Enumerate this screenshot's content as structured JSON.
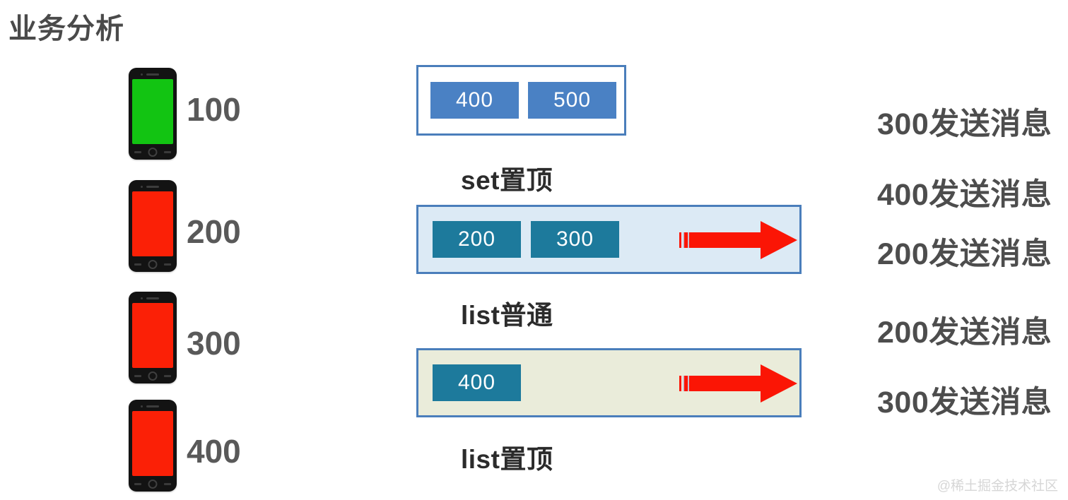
{
  "page": {
    "title": "业务分析",
    "background_color": "#ffffff",
    "watermark": "@稀土掘金技术社区"
  },
  "devices": {
    "items": [
      {
        "label": "100",
        "screen_color": "#12c412",
        "state": "online",
        "icon": "smartphone-icon"
      },
      {
        "label": "200",
        "screen_color": "#fb2006",
        "state": "offline",
        "icon": "smartphone-icon"
      },
      {
        "label": "300",
        "screen_color": "#fb2006",
        "state": "offline",
        "icon": "smartphone-icon"
      },
      {
        "label": "400",
        "screen_color": "#fb2006",
        "state": "offline",
        "icon": "smartphone-icon"
      }
    ]
  },
  "panels": [
    {
      "key": "set-top",
      "caption": "set置顶",
      "background_color": "#ffffff",
      "border_color": "#4a7ebb",
      "tile_color": "#4a81c4",
      "tiles": [
        "400",
        "500"
      ],
      "has_arrow": false
    },
    {
      "key": "list-normal",
      "caption": "list普通",
      "background_color": "#dceaf5",
      "border_color": "#4a7ebb",
      "tile_color": "#1d7a9c",
      "tiles": [
        "200",
        "300"
      ],
      "has_arrow": true,
      "arrow_color": "#fb1505"
    },
    {
      "key": "list-top",
      "caption": "list置顶",
      "background_color": "#eaecda",
      "border_color": "#4a7ebb",
      "tile_color": "#1d7a9c",
      "tiles": [
        "400"
      ],
      "has_arrow": true,
      "arrow_color": "#fb1505"
    }
  ],
  "messages": {
    "lines": [
      "300发送消息",
      "400发送消息",
      "200发送消息",
      "200发送消息",
      "300发送消息"
    ]
  }
}
